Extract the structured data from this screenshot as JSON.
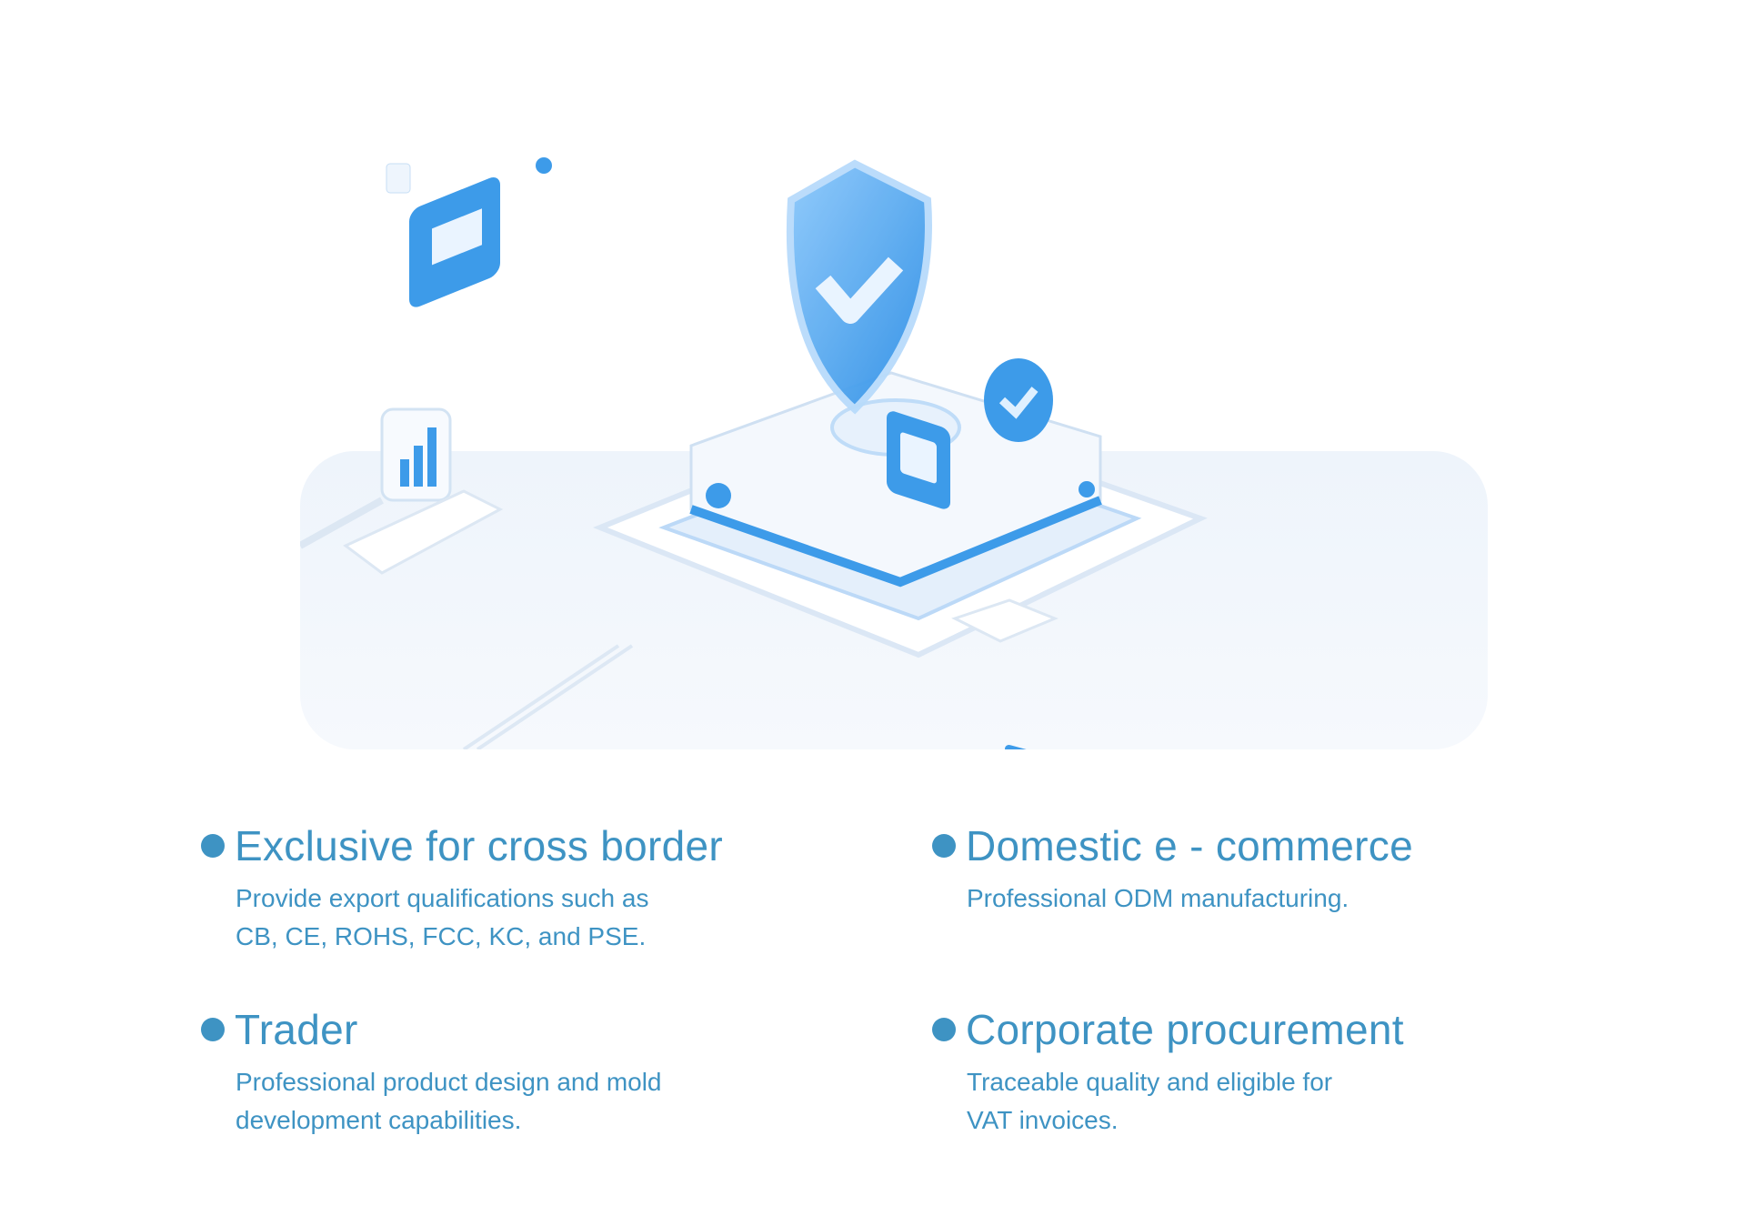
{
  "features": [
    {
      "title": "Exclusive for cross border",
      "desc": [
        "Provide export qualifications such as",
        "CB, CE, ROHS, FCC, KC, and PSE."
      ]
    },
    {
      "title": "Domestic e - commerce",
      "desc": [
        "Professional ODM manufacturing."
      ]
    },
    {
      "title": "Trader",
      "desc": [
        "Professional product design and mold",
        "development capabilities."
      ]
    },
    {
      "title": "Corporate procurement",
      "desc": [
        "Traceable quality and eligible for",
        "VAT invoices."
      ]
    }
  ],
  "colors": {
    "accent": "#3e93c3",
    "illustration_blue": "#3d9be9"
  }
}
